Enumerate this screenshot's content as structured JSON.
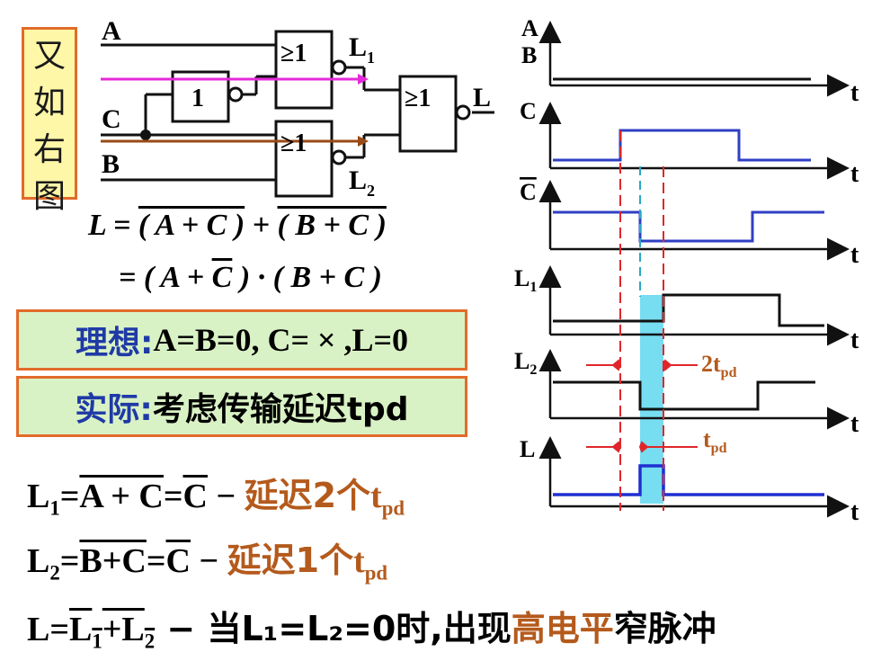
{
  "side_label": [
    "又",
    "如",
    "右",
    "图"
  ],
  "circuit": {
    "in_a": "A",
    "in_c": "C",
    "in_b": "B",
    "gate_not": "1",
    "gate_or": "≥1",
    "out_l1": "L",
    "out_l1_sub": "1",
    "out_l2": "L",
    "out_l2_sub": "2",
    "out_l": "L"
  },
  "formula": {
    "line1": "L = (A + C) + (B + C)",
    "line2": "= ( A + C ) · ( B + C )"
  },
  "ideal": {
    "prefix": "理想:",
    "text": " A=B=0, C= × ,L=0"
  },
  "actual": {
    "prefix": "实际:",
    "text": " 考虑传输延迟tpd"
  },
  "eq_l1": {
    "text": "L₁=A + C=C",
    "dash": " − ",
    "note": "延迟2个",
    "tail": "t",
    "tail_sub": "pd"
  },
  "eq_l2": {
    "text": "L₂=B+C=C",
    "dash": " − ",
    "note": "延迟1个",
    "tail": "t",
    "tail_sub": "pd"
  },
  "eq_l": {
    "lhs": "L=",
    "over": "L₁+L₂",
    "mid": " − 当L₁=L₂=0时,出现",
    "hl": "高电平",
    "end": "窄脉冲"
  },
  "timing": {
    "labels": {
      "a": "A",
      "b": "B",
      "c": "C",
      "cbar": "C",
      "l1": "L",
      "l1_sub": "1",
      "l2": "L",
      "l2_sub": "2",
      "l": "L",
      "t": "t"
    },
    "delay_2tpd": "2t",
    "delay_2tpd_sub": "pd",
    "delay_tpd": "t",
    "delay_tpd_sub": "pd",
    "colors": {
      "signal_blue": "#2f3fc4",
      "signal_black": "#111111",
      "guide_red": "#e0262b",
      "guide_cyan": "#28a8c8",
      "pulse_fill": "#5fd7ee",
      "arrow_magenta": "#e52ad8",
      "arrow_brown": "#9a4a14"
    }
  }
}
